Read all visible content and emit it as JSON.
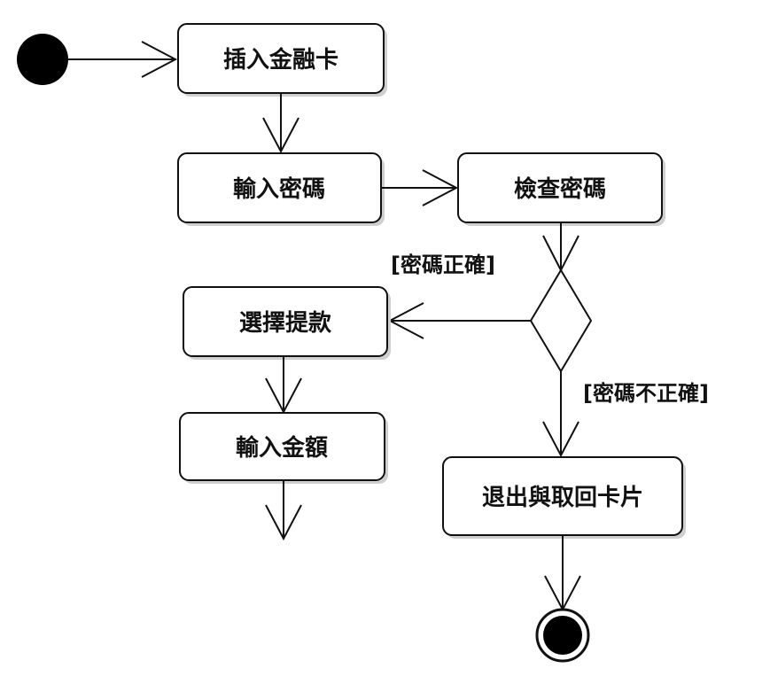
{
  "diagram": {
    "nodes": {
      "insert_card": "插入金融卡",
      "enter_pin": "輸入密碼",
      "check_pin": "檢查密碼",
      "select_withdraw": "選擇提款",
      "enter_amount": "輸入金額",
      "exit_return_card": "退出與取回卡片"
    },
    "guards": {
      "pin_correct": "[密碼正確]",
      "pin_incorrect": "[密碼不正確]"
    }
  }
}
